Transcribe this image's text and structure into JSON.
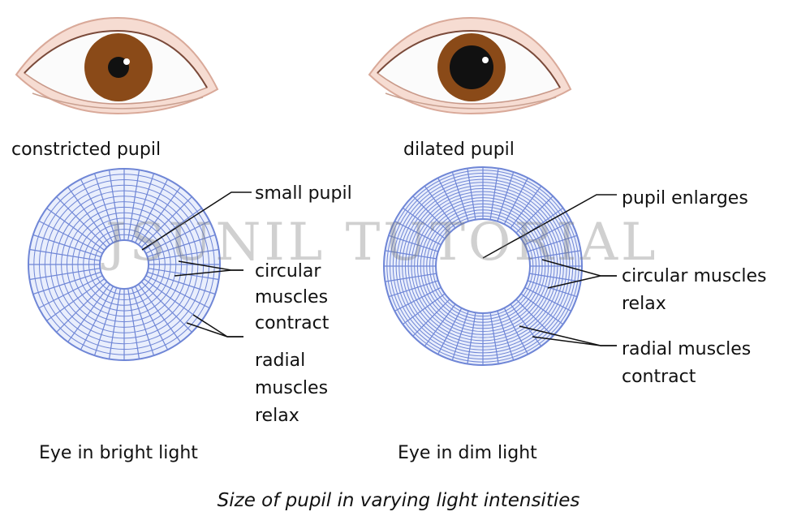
{
  "colors": {
    "muscle_line": "#6f86d6",
    "iris": "#8a4a18",
    "skin": "#f2d2c4",
    "leader": "#111111"
  },
  "left": {
    "eye_label": "constricted pupil",
    "label_small_pupil": "small pupil",
    "label_circular": [
      "circular",
      "muscles",
      "contract"
    ],
    "label_radial": [
      "radial",
      "muscles",
      "relax"
    ],
    "bottom_label": "Eye in bright light"
  },
  "right": {
    "eye_label": "dilated pupil",
    "label_pupil_enlarges": "pupil enlarges",
    "label_circular": [
      "circular muscles",
      "relax"
    ],
    "label_radial": [
      "radial muscles",
      "contract"
    ],
    "bottom_label": "Eye in dim light"
  },
  "caption": "Size of pupil in varying light intensities",
  "watermark": "JSUNIL TUTORIAL"
}
